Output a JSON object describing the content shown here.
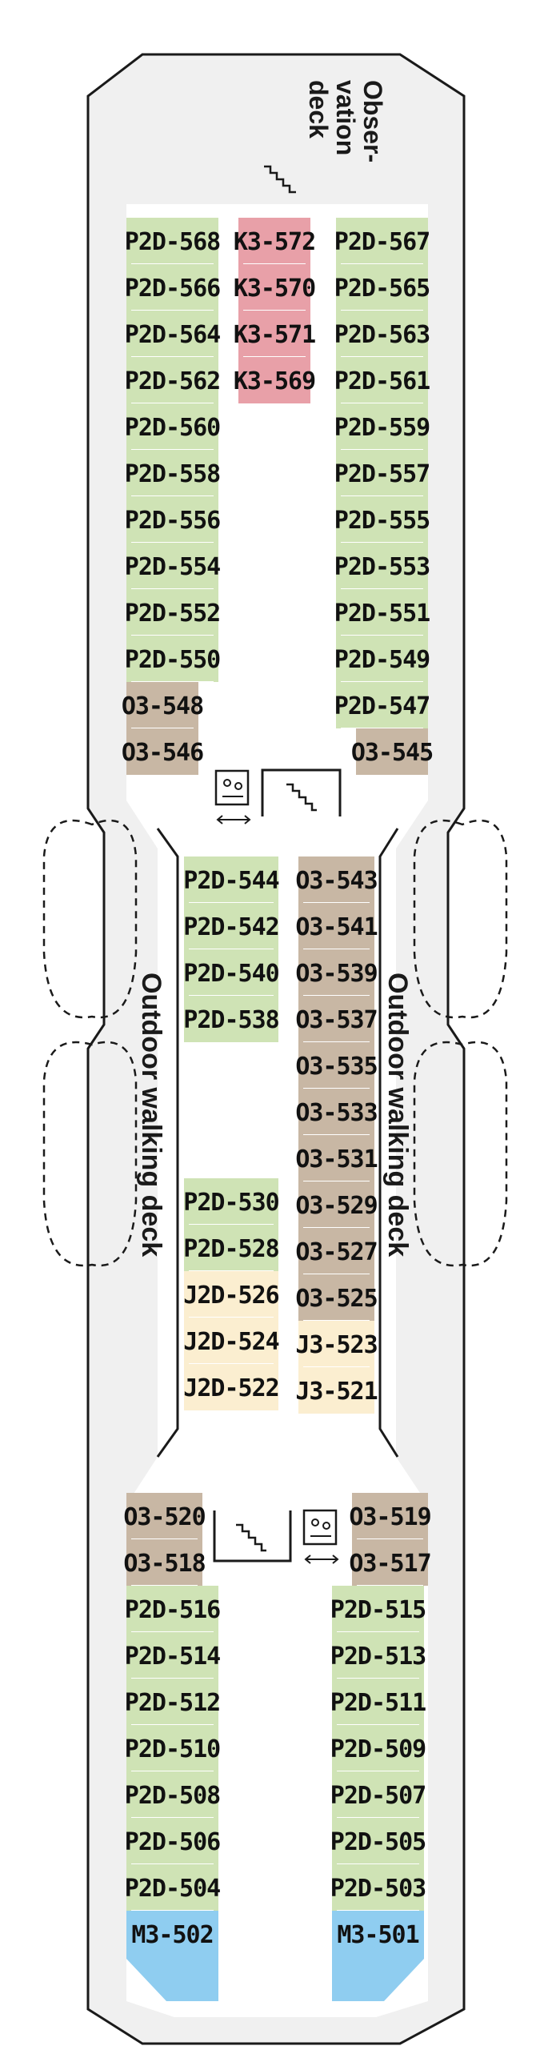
{
  "labels": {
    "observation_deck": [
      "Obser-",
      "vation",
      "deck"
    ],
    "walking_deck_left": "Outdoor walking deck",
    "walking_deck_right": "Outdoor walking deck"
  },
  "colors": {
    "P2D": "#cfe3b5",
    "K3": "#e8a0a8",
    "O3": "#c8b7a4",
    "J2D": "#fbeed0",
    "J3": "#fbeed0",
    "M3": "#8fcdf0",
    "hull": "#f0f0f0",
    "corridor": "#ffffff",
    "outline": "#1a1a1a"
  },
  "icons": [
    "stairs-icon",
    "elevator-icon"
  ],
  "cabins": {
    "upper_left": [
      "P2D-568",
      "P2D-566",
      "P2D-564",
      "P2D-562",
      "P2D-560",
      "P2D-558",
      "P2D-556",
      "P2D-554",
      "P2D-552",
      "P2D-550",
      "O3-548",
      "O3-546"
    ],
    "upper_center": [
      "K3-572",
      "K3-570",
      "K3-571",
      "K3-569"
    ],
    "upper_right": [
      "P2D-567",
      "P2D-565",
      "P2D-563",
      "P2D-561",
      "P2D-559",
      "P2D-557",
      "P2D-555",
      "P2D-553",
      "P2D-551",
      "P2D-549",
      "P2D-547",
      "O3-545"
    ],
    "mid_left_a": [
      "P2D-544",
      "P2D-542",
      "P2D-540",
      "P2D-538"
    ],
    "mid_left_b": [
      "P2D-530",
      "P2D-528",
      "J2D-526",
      "J2D-524",
      "J2D-522"
    ],
    "mid_right": [
      "O3-543",
      "O3-541",
      "O3-539",
      "O3-537",
      "O3-535",
      "O3-533",
      "O3-531",
      "O3-529",
      "O3-527",
      "O3-525",
      "J3-523",
      "J3-521"
    ],
    "lower_left": [
      "O3-520",
      "O3-518",
      "P2D-516",
      "P2D-514",
      "P2D-512",
      "P2D-510",
      "P2D-508",
      "P2D-506",
      "P2D-504",
      "M3-502"
    ],
    "lower_right": [
      "O3-519",
      "O3-517",
      "P2D-515",
      "P2D-513",
      "P2D-511",
      "P2D-509",
      "P2D-507",
      "P2D-505",
      "P2D-503",
      "M3-501"
    ]
  }
}
